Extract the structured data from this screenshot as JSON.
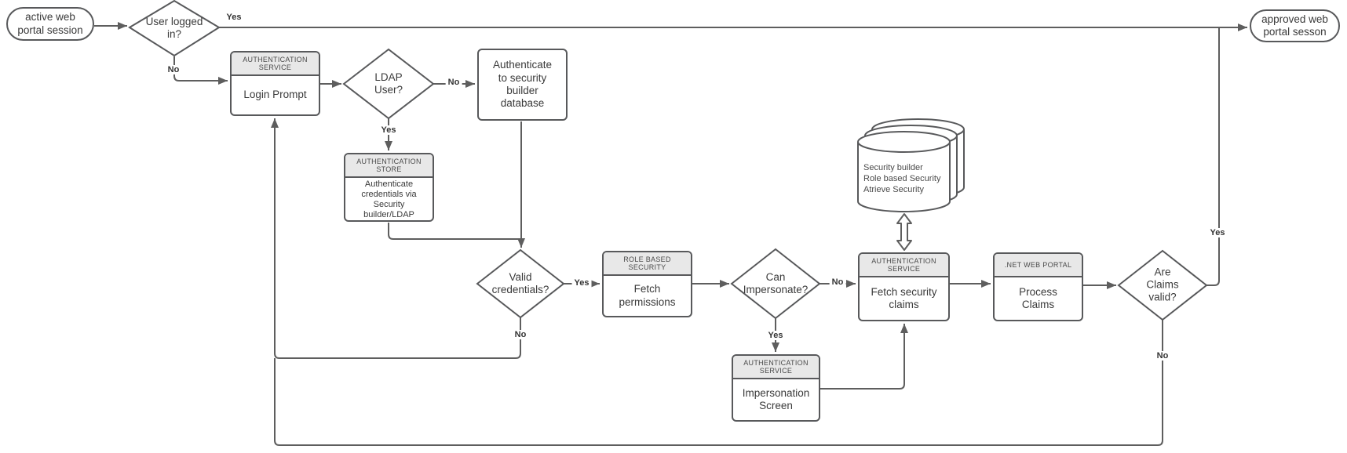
{
  "diagram": {
    "terminals": {
      "start": {
        "label": "active web\nportal session"
      },
      "end": {
        "label": "approved web\nportal sesson"
      }
    },
    "decisions": {
      "user_logged_in": {
        "label": "User logged\nin?"
      },
      "ldap_user": {
        "label": "LDAP\nUser?"
      },
      "valid_credentials": {
        "label": "Valid\ncredentials?"
      },
      "can_impersonate": {
        "label": "Can\nImpersonate?"
      },
      "are_claims_valid": {
        "label": "Are\nClaims\nvalid?"
      }
    },
    "processes": {
      "login_prompt": {
        "header": "AUTHENTICATION\nSERVICE",
        "body": "Login Prompt"
      },
      "auth_security_builder": {
        "body": "Authenticate\nto security\nbuilder\ndatabase"
      },
      "auth_store": {
        "header": "AUTHENTICATION\nSTORE",
        "body": "Authenticate\ncredentials via\nSecurity\nbuilder/LDAP"
      },
      "fetch_permissions": {
        "header": "ROLE BASED\nSECURITY",
        "body": "Fetch\npermissions"
      },
      "fetch_security_claims": {
        "header": "AUTHENTICATION\nSERVICE",
        "body": "Fetch security\nclaims"
      },
      "process_claims": {
        "header": ".NET WEB PORTAL",
        "body": "Process\nClaims"
      },
      "impersonation_screen": {
        "header": "AUTHENTICATION\nSERVICE",
        "body": "Impersonation\nScreen"
      }
    },
    "datastore": {
      "label": "Security builder\nRole based Security\nAtrieve Security"
    },
    "edge_labels": {
      "logged_in_yes": "Yes",
      "logged_in_no": "No",
      "ldap_no": "No",
      "ldap_yes": "Yes",
      "credentials_yes": "Yes",
      "credentials_no": "No",
      "impersonate_no": "No",
      "impersonate_yes": "Yes",
      "claims_yes": "Yes",
      "claims_no": "No"
    },
    "colors": {
      "shape_border": "#58595b",
      "connector": "#5e5e5e",
      "header_fill": "#e8e8e8",
      "shape_fill": "#ffffff",
      "text": "#3a3a3a"
    }
  }
}
